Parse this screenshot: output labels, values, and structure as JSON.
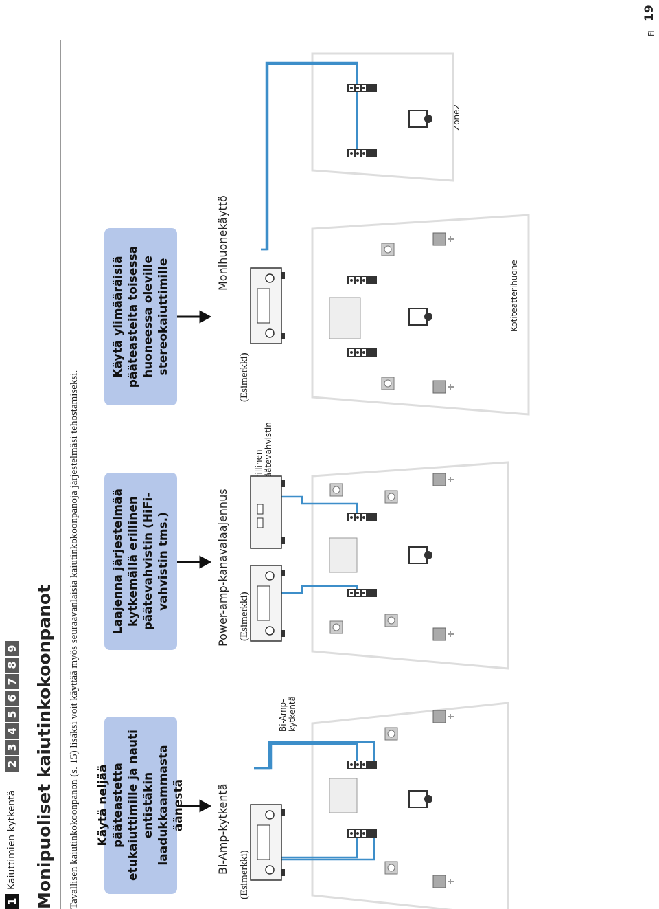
{
  "header": {
    "section_number": "1",
    "section_title": "Kaiuttimien kytkentä",
    "chapters": [
      "2",
      "3",
      "4",
      "5",
      "6",
      "7",
      "8",
      "9"
    ],
    "page_lang": "Fi",
    "page_number": "19"
  },
  "title": "Monipuoliset kaiutinkokoonpanot",
  "intro": "Tavallisen kaiutinkokoonpanon (s. 15) lisäksi voit käyttää myös seuraavanlaisia kaiutinkokoonpanoja järjestelmäsi tehostamiseksi.",
  "configs": [
    {
      "desc": "Käytä neljää päätеastetta etukaiuttimille ja nauti entistäkin laadukkaammasta äänestä",
      "name": "Bi-Amp-kytkentä",
      "example": "(Esimerkki)",
      "annotation": "Bi-Amp-kytkentä"
    },
    {
      "desc": "Laajenna järjestelmää kytkemällä erillinen päätevahvistin (HiFi-vahvistin tms.)",
      "name": "Power-amp-kanavalaajennus",
      "example": "(Esimerkki)",
      "annotation": "Erillinen päätevahvistin"
    },
    {
      "desc": "Käytä ylimääräisiä päätеasteita toisessa huoneessa oleville stereokaiuttimille",
      "name": "Monihuonekäyttö",
      "example": "(Esimerkki)",
      "room_labels": [
        "Kotiteatterihuone",
        "Zone2"
      ]
    }
  ],
  "colors": {
    "chip": "#5a5a5a",
    "box": "#b5c7ea",
    "cable": "#3d8ec9"
  }
}
